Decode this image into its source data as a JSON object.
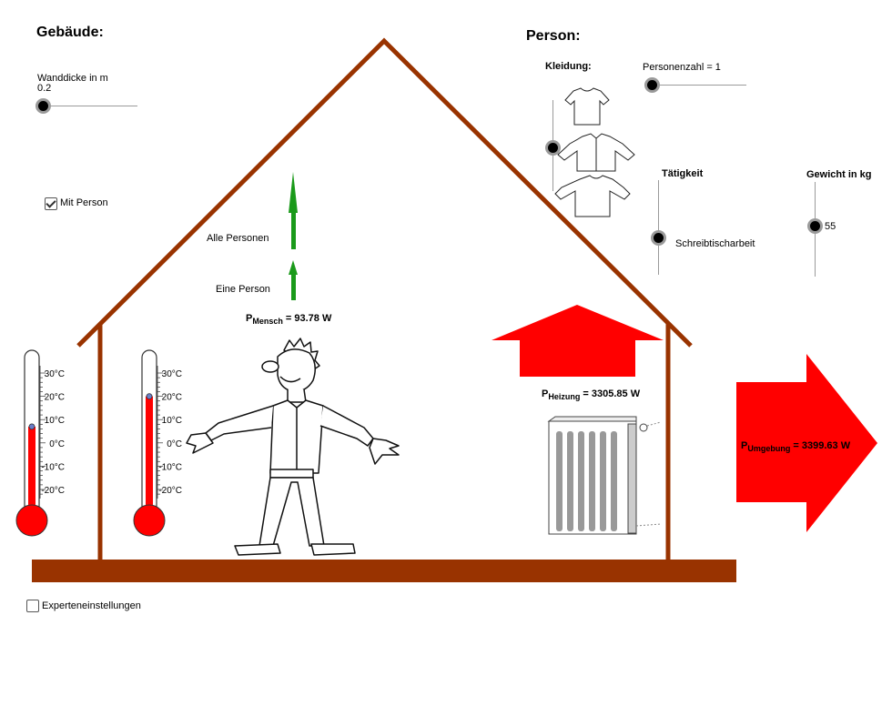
{
  "gebaeude": {
    "title": "Gebäude:",
    "wall_label": "Wanddicke in m",
    "wall_value": "0.2",
    "with_person_label": "Mit Person",
    "with_person_checked": true,
    "expert_label": "Experteneinstellungen",
    "expert_checked": false
  },
  "person": {
    "title": "Person:",
    "clothing_label": "Kleidung:",
    "count_label": "Personenzahl = 1",
    "activity_label": "Tätigkeit",
    "activity_value": "Schreibtischarbeit",
    "weight_label": "Gewicht in kg",
    "weight_value": "55"
  },
  "arrows": {
    "all_persons": "Alle Personen",
    "one_person": "Eine Person",
    "color_green": "#1a9a1a",
    "color_red": "#ff0000"
  },
  "power": {
    "mensch_prefix": "P",
    "mensch_sub": "Mensch",
    "mensch_value": " = 93.78 W",
    "heizung_prefix": "P",
    "heizung_sub": "Heizung",
    "heizung_value": " = 3305.85 W",
    "umgebung_prefix": "P",
    "umgebung_sub": "Umgebung",
    "umgebung_value": " = 3399.63 W"
  },
  "thermometers": {
    "ticks": [
      "30°C",
      "20°C",
      "10°C",
      "0°C",
      "-10°C",
      "-20°C"
    ],
    "outside_temp_c": 7,
    "inside_temp_c": 20
  },
  "colors": {
    "house": "#993300",
    "heat": "#ff0000"
  }
}
